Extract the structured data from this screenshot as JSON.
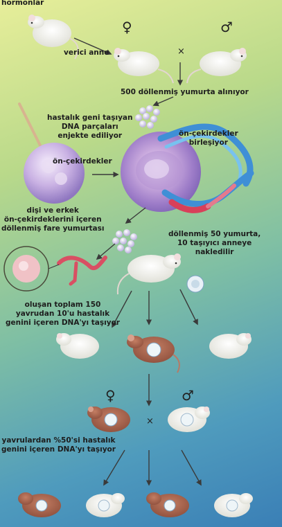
{
  "labels": {
    "hormonlar": "hormonlar",
    "verici_anne": "verici anne",
    "yumurta_alinir": "500 döllenmiş yumurta alınıyor",
    "hastalik_geni": [
      "hastalık geni taşıyan",
      "DNA parçaları",
      "enjekte ediliyor"
    ],
    "on_cekirdek_birlesir": [
      "ön-çekirdekler",
      "birleşiyor"
    ],
    "on_cekirdekler": "ön-çekirdekler",
    "disi_erkek": [
      "dişi ve erkek",
      "ön-çekirdeklerini içeren",
      "döllenmiş fare yumurtası"
    ],
    "nakledilir": [
      "döllenmiş 50 yumurta,",
      "10 taşıyıcı anneye",
      "nakledilir"
    ],
    "yavru_150": [
      "oluşan toplam 150",
      "yavrudan 10'u hastalık",
      "genini içeren DNA'yı taşıyor"
    ],
    "yavru_yuzde": [
      "yavrulardan %50'si hastalık",
      "genini içeren DNA'yı taşıyor"
    ]
  },
  "symbols": {
    "female": "♀",
    "male": "♂",
    "cross": "×"
  },
  "colors": {
    "mouse_white": "#f3f3ee",
    "mouse_transgenic": "#a9644d",
    "egg": "#cdb4e4",
    "dna_blue": "#3f8fd6",
    "dna_red": "#d8405a",
    "arrow": "#3a3a3a"
  }
}
